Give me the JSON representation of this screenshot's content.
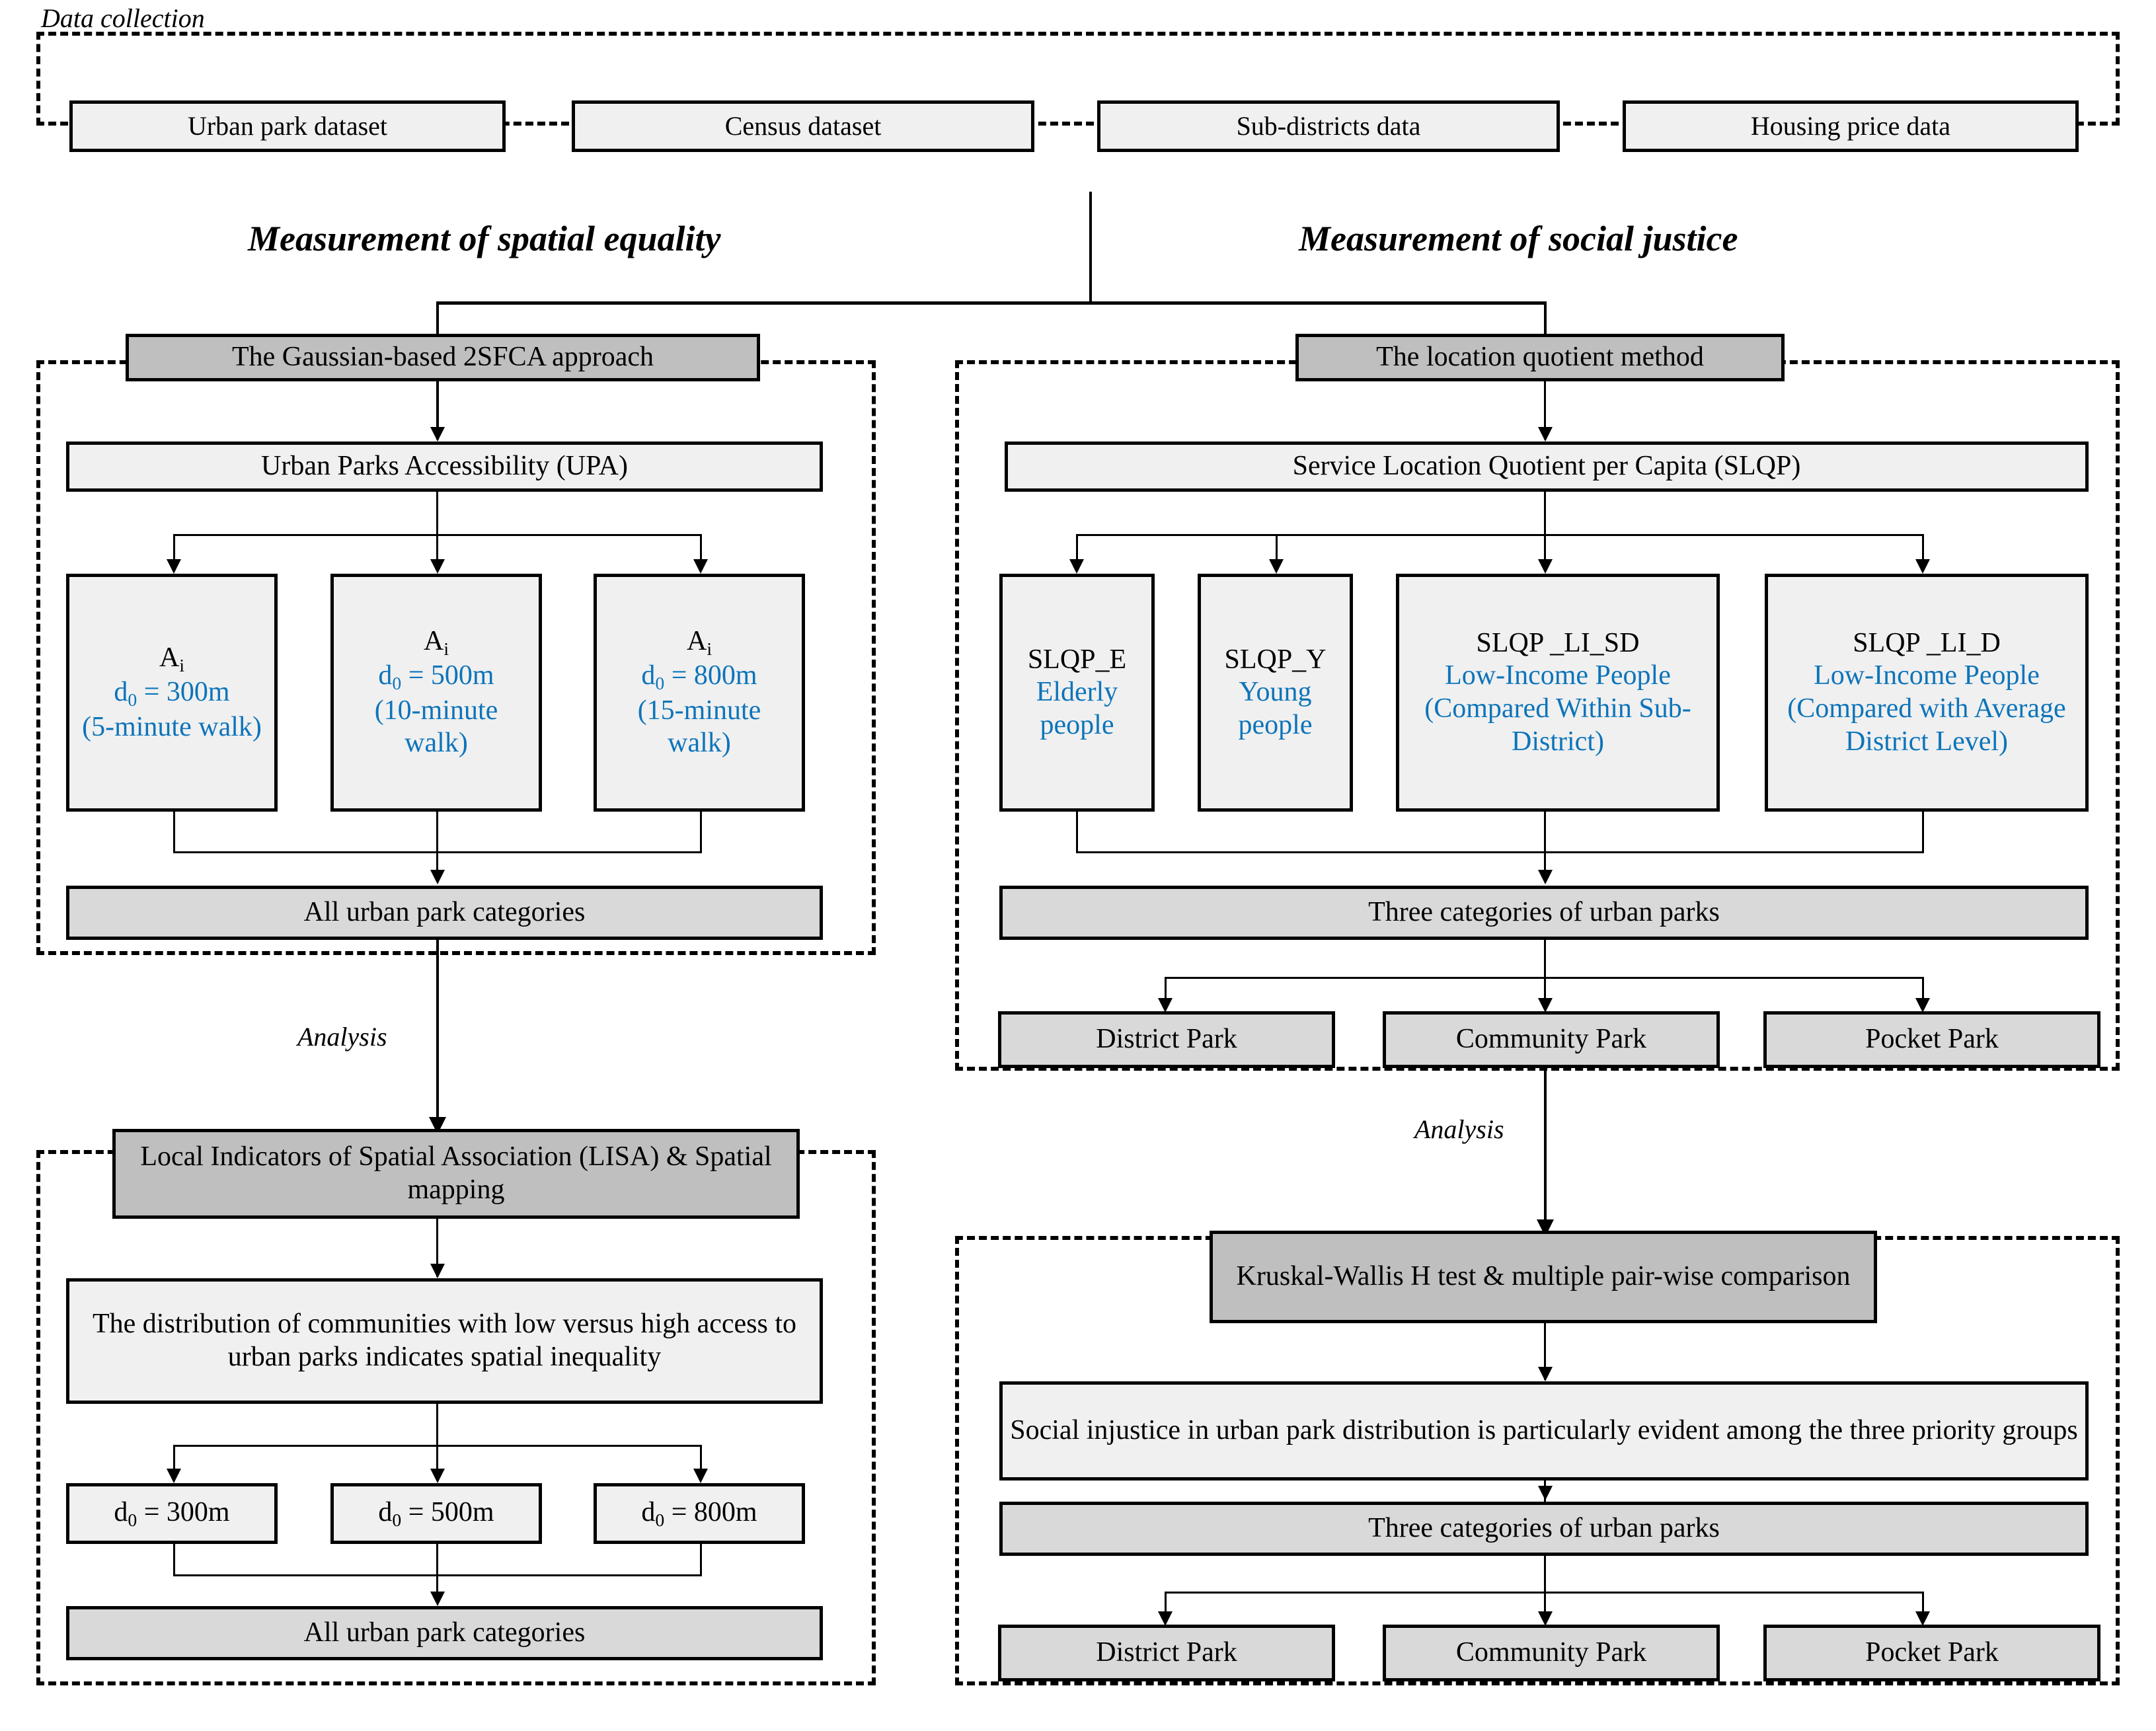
{
  "diagram": {
    "title_caption_data_collection": "Data collection",
    "caption_spatial_equality": "Measurement of spatial equality",
    "caption_social_justice": "Measurement of social justice",
    "caption_analysis_left": "Analysis",
    "caption_analysis_right": "Analysis"
  },
  "data_collection": {
    "items": [
      "Urban park dataset",
      "Census dataset",
      "Sub-districts data",
      "Housing price data"
    ]
  },
  "spatial_equality": {
    "method": "The Gaussian-based 2SFCA approach",
    "indicator": "Urban Parks Accessibility (UPA)",
    "scenarios": [
      {
        "symbol": "A",
        "symbol_sub": "i",
        "distance": "d",
        "distance_sub": "0",
        "distance_value": "= 300m",
        "walk": "(5-minute walk)"
      },
      {
        "symbol": "A",
        "symbol_sub": "i",
        "distance": "d",
        "distance_sub": "0",
        "distance_value": "= 500m",
        "walk": "(10-minute walk)"
      },
      {
        "symbol": "A",
        "symbol_sub": "i",
        "distance": "d",
        "distance_sub": "0",
        "distance_value": "= 800m",
        "walk": "(15-minute walk)"
      }
    ],
    "categories_box": "All urban park categories"
  },
  "social_justice": {
    "method": "The location quotient method",
    "indicator": "Service Location Quotient per Capita (SLQP)",
    "measures": [
      {
        "code": "SLQP_E",
        "desc": "Elderly people"
      },
      {
        "code": "SLQP_Y",
        "desc": "Young people"
      },
      {
        "code": "SLQP _LI_SD",
        "desc": "Low-Income People (Compared Within Sub-District)"
      },
      {
        "code": "SLQP _LI_D",
        "desc": "Low-Income People (Compared with Average District Level)"
      }
    ],
    "categories_box": "Three categories of urban parks",
    "park_types": [
      "District Park",
      "Community Park",
      "Pocket Park"
    ]
  },
  "analysis_left": {
    "method": "Local Indicators of Spatial Association (LISA) & Spatial mapping",
    "finding": "The distribution of communities with low versus high access to urban parks indicates spatial inequality",
    "distances": [
      "= 300m",
      "= 500m",
      "= 800m"
    ],
    "distance_symbol": "d",
    "distance_sub": "0",
    "categories_box": "All urban park categories"
  },
  "analysis_right": {
    "method": "Kruskal-Wallis H test & multiple pair-wise comparison",
    "finding": "Social injustice in urban park distribution is particularly evident among the three priority groups",
    "categories_box": "Three categories of urban parks",
    "park_types": [
      "District Park",
      "Community Park",
      "Pocket Park"
    ]
  },
  "colors": {
    "accent_blue": "#0d74ba",
    "fill_light": "#f0f0f0",
    "fill_mid": "#d9d9d9",
    "fill_dark": "#bfbfbf",
    "stroke": "#000000"
  }
}
